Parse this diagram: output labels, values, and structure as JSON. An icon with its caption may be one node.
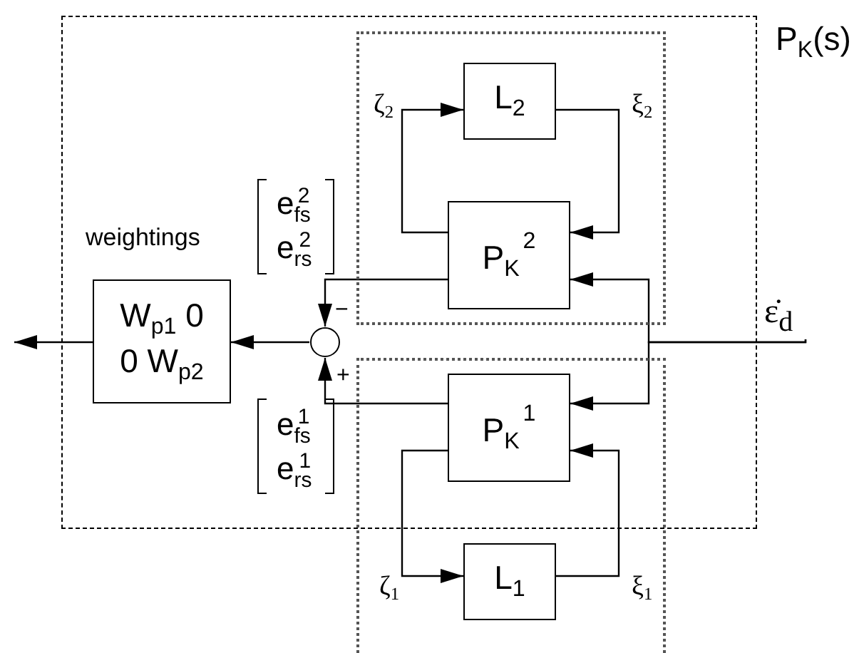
{
  "diagram": {
    "nodes": [
      {
        "text": [
          "P$_{K}$(s)"
        ]
      },
      {
        "text": [],
        "shape": "box",
        "in": 0
      },
      {
        "text": [
          "L$_{2}$"
        ],
        "in": 1
      },
      {
        "text": [
          "P$_{K}$$^{2}$"
        ],
        "in": 1
      },
      {
        "text": [
          "W$_{p1}$ 0",
          "0 W$_{p2}$"
        ],
        "in": 0,
        "beside": [
          "weightings"
        ]
      },
      {
        "text": [],
        "shape": "circle",
        "in": 0
      },
      {
        "text": [],
        "shape": "box"
      },
      {
        "text": [
          "P$_{K}$$^{1}$"
        ]
      },
      {
        "text": [
          "L$_{1}$"
        ],
        "in": 6
      },
      {
        "text": [
          "ε̇$_{d}$"
        ]
      }
    ],
    "edges": [
      {
        "from": 3,
        "to": 2,
        "arrow": "to",
        "label": "ζ$_{2}$"
      },
      {
        "from": 2,
        "to": 3,
        "arrow": "to",
        "label": "ξ$_{2}$"
      },
      {
        "from": 9,
        "to": 3,
        "arrow": "to"
      },
      {
        "from": 9,
        "to": 7,
        "arrow": "to"
      },
      {
        "from": 3,
        "to": 5,
        "arrow": "to"
      },
      {
        "from": 7,
        "to": 5,
        "arrow": "to"
      },
      {
        "from": 5,
        "to": 4,
        "arrow": "to"
      },
      {
        "from": 4,
        "to": null,
        "arrow": "to"
      },
      {
        "from": 7,
        "to": 8,
        "arrow": "to",
        "label": "ζ$_{1}$"
      },
      {
        "from": 8,
        "to": 7,
        "arrow": "to",
        "label": "ξ$_{1}$"
      }
    ],
    "labels": [
      "e$_{fs}$$^{2}$",
      "e$_{rs}$$^{2}$",
      "−",
      "+",
      "e$_{fs}$$^{1}$",
      "e$_{rs}$$^{1}$"
    ]
  }
}
